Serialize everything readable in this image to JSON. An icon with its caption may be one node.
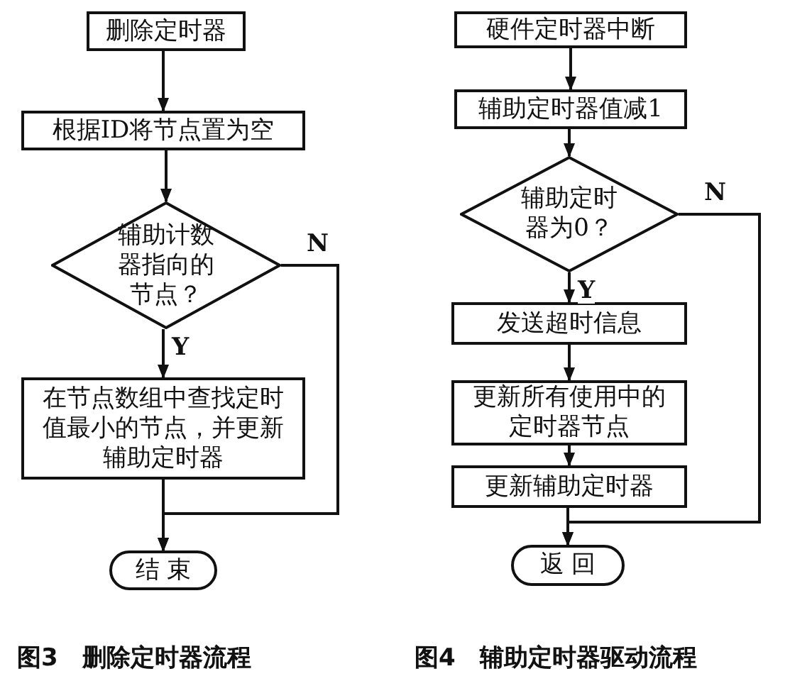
{
  "diagram": {
    "nodes": [
      {
        "text": [
          "删除定时器"
        ]
      },
      {
        "text": [
          "根据ID将节点置为空"
        ]
      },
      {
        "text": [
          "辅助计数器指向的节点？"
        ]
      },
      {
        "text": [
          "在节点数组中查找定时值最小的节点，并更新辅助定时器"
        ]
      },
      {
        "text": [
          "结 束"
        ]
      },
      {
        "text": [
          "硬件定时器中断"
        ]
      },
      {
        "text": [
          "辅助定时器值减1"
        ]
      },
      {
        "text": [
          "辅助定时器为0？"
        ]
      },
      {
        "text": [
          "发送超时信息"
        ]
      },
      {
        "text": [
          "更新所有使用中的定时器节点"
        ]
      },
      {
        "text": [
          "更新辅助定时器"
        ]
      },
      {
        "text": [
          "返 回"
        ]
      }
    ],
    "edges": [
      {
        "from": 0,
        "to": 1,
        "arrow": "to"
      },
      {
        "from": 1,
        "to": 2,
        "arrow": "to"
      },
      {
        "from": 2,
        "to": 3,
        "arrow": "to",
        "label": "Y"
      },
      {
        "from": 3,
        "to": 4,
        "arrow": "to"
      },
      {
        "from": 2,
        "to": 4,
        "arrow": "to",
        "label": "N"
      },
      {
        "from": 5,
        "to": 6,
        "arrow": "to"
      },
      {
        "from": 6,
        "to": 7,
        "arrow": "to"
      },
      {
        "from": 7,
        "to": 8,
        "arrow": "to",
        "label": "Y"
      },
      {
        "from": 8,
        "to": 9,
        "arrow": "to"
      },
      {
        "from": 9,
        "to": 10,
        "arrow": "to"
      },
      {
        "from": 10,
        "to": 11,
        "arrow": "to"
      },
      {
        "from": 7,
        "to": 11,
        "arrow": "to",
        "label": "N"
      }
    ],
    "labels": [
      "图3　删除定时器流程",
      "图4　辅助定时器驱动流程"
    ]
  }
}
